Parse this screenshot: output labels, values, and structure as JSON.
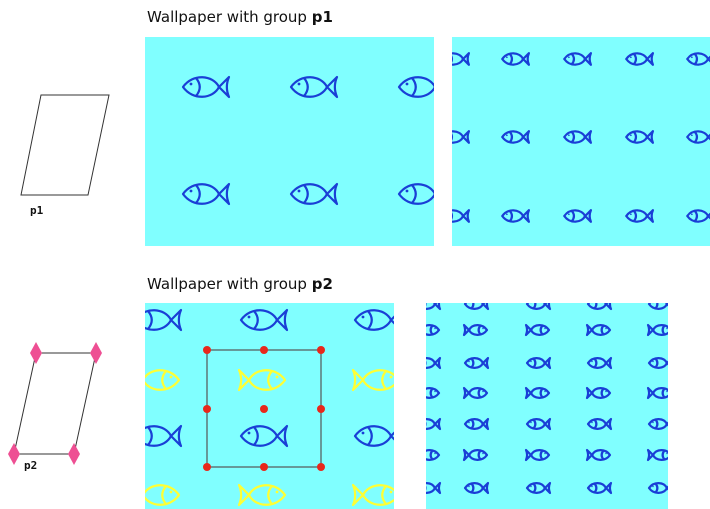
{
  "sections": [
    {
      "title_prefix": "Wallpaper with group ",
      "group": "p1",
      "cell_label": "p1"
    },
    {
      "title_prefix": "Wallpaper with group ",
      "group": "p2",
      "cell_label": "p2"
    }
  ],
  "colors": {
    "background": "#80ffff",
    "fish_blue": "#1a3fd6",
    "fish_yellow": "#ffff33",
    "rotation_center": "#e8271b",
    "diamond": "#ee4f93",
    "cell_outline": "#555555"
  }
}
